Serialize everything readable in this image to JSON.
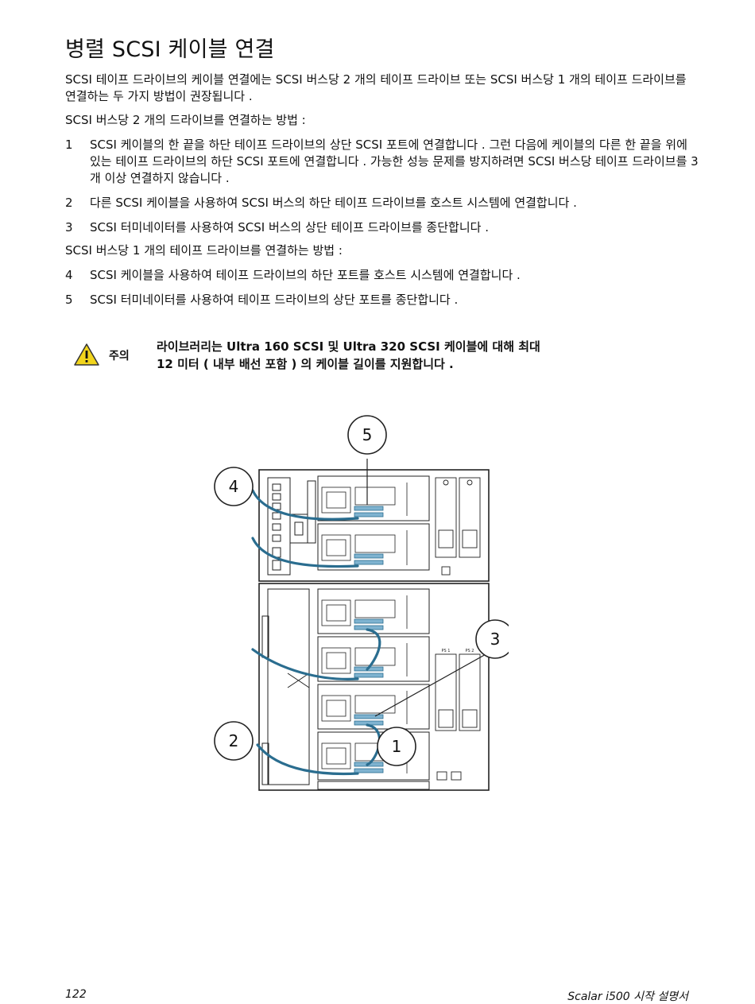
{
  "title": "병렬 SCSI 케이블 연결",
  "intro": "SCSI 테이프 드라이브의 케이블 연결에는 SCSI 버스당 2 개의 테이프 드라이브 또는 SCSI 버스당 1 개의 테이프 드라이브를 연결하는 두 가지 방법이 권장됩니다 .",
  "section_two_heading": "SCSI 버스당 2 개의 드라이브를 연결하는 방법 :",
  "steps_two": [
    {
      "num": "1",
      "text": "SCSI 케이블의 한 끝을 하단 테이프 드라이브의 상단 SCSI 포트에 연결합니다 . 그런 다음에 케이블의 다른 한 끝을 위에 있는 테이프 드라이브의 하단 SCSI 포트에 연결합니다 . 가능한 성능 문제를 방지하려면 SCSI 버스당 테이프 드라이브를 3 개 이상 연결하지 않습니다 ."
    },
    {
      "num": "2",
      "text": "다른 SCSI 케이블을 사용하여 SCSI 버스의 하단 테이프 드라이브를 호스트 시스템에 연결합니다 ."
    },
    {
      "num": "3",
      "text": "SCSI 터미네이터를 사용하여 SCSI 버스의 상단 테이프 드라이브를 종단합니다 ."
    }
  ],
  "section_one_heading": "SCSI 버스당 1 개의 테이프 드라이브를 연결하는 방법 :",
  "steps_one": [
    {
      "num": "4",
      "text": "SCSI 케이블을 사용하여 테이프 드라이브의 하단 포트를 호스트 시스템에 연결합니다 ."
    },
    {
      "num": "5",
      "text": "SCSI 터미네이터를 사용하여 테이프 드라이브의 상단 포트를 종단합니다 ."
    }
  ],
  "caution": {
    "label": "주의",
    "line1": "라이브러리는 Ultra 160 SCSI 및 Ultra 320 SCSI 케이블에 대해 최대",
    "line2": "12 미터 ( 내부 배선 포함 ) 의 케이블 길이를 지원합니다 .",
    "icon": "warning-triangle-icon",
    "icon_color": "#f2d51c"
  },
  "figure": {
    "callouts": [
      "1",
      "2",
      "3",
      "4",
      "5"
    ],
    "cable_color": "#2a6d8f",
    "psu_labels": [
      "PS 1",
      "PS 2"
    ]
  },
  "footer": {
    "page_number": "122",
    "doc_title": "Scalar i500 시작 설명서"
  }
}
